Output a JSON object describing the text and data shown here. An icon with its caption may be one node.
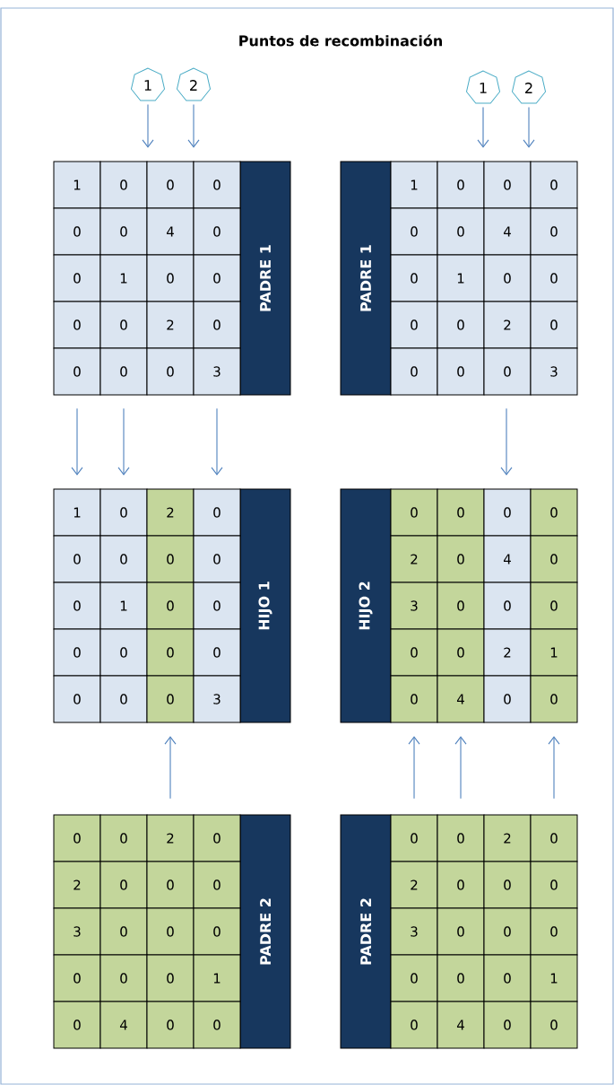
{
  "diagram": {
    "title": "Puntos de recombinación",
    "nodes": [
      {
        "text": [
          "1"
        ]
      },
      {
        "text": [
          "2"
        ]
      },
      {
        "text": [
          "1"
        ]
      },
      {
        "text": [
          "2"
        ]
      },
      {
        "text": [
          "PADRE 1",
          "1",
          "0",
          "0",
          "0",
          "0",
          "0",
          "4",
          "0",
          "0",
          "1",
          "0",
          "0",
          "0",
          "0",
          "2",
          "0",
          "0",
          "0",
          "0",
          "3"
        ]
      },
      {
        "text": [
          "PADRE 1",
          "1",
          "0",
          "0",
          "0",
          "0",
          "0",
          "4",
          "0",
          "0",
          "1",
          "0",
          "0",
          "0",
          "0",
          "2",
          "0",
          "0",
          "0",
          "0",
          "3"
        ]
      },
      {
        "text": [
          "HIJO 1",
          "1",
          "0",
          "2",
          "0",
          "0",
          "0",
          "0",
          "0",
          "0",
          "1",
          "0",
          "0",
          "0",
          "0",
          "0",
          "0",
          "0",
          "0",
          "0",
          "3"
        ]
      },
      {
        "text": [
          "HIJO 2",
          "0",
          "0",
          "0",
          "0",
          "2",
          "0",
          "4",
          "0",
          "3",
          "0",
          "0",
          "0",
          "0",
          "0",
          "2",
          "1",
          "0",
          "4",
          "0",
          "0"
        ]
      },
      {
        "text": [
          "PADRE 2",
          "0",
          "0",
          "2",
          "0",
          "2",
          "0",
          "0",
          "0",
          "3",
          "0",
          "0",
          "0",
          "0",
          "0",
          "0",
          "1",
          "0",
          "4",
          "0",
          "0"
        ]
      },
      {
        "text": [
          "PADRE 2",
          "0",
          "0",
          "2",
          "0",
          "2",
          "0",
          "0",
          "0",
          "3",
          "0",
          "0",
          "0",
          "0",
          "0",
          "0",
          "1",
          "0",
          "4",
          "0",
          "0"
        ]
      }
    ],
    "edges": [
      {
        "from": 0,
        "to": 4,
        "arrow": "to"
      },
      {
        "from": 1,
        "to": 4,
        "arrow": "to"
      },
      {
        "from": 2,
        "to": 5,
        "arrow": "to"
      },
      {
        "from": 3,
        "to": 5,
        "arrow": "to"
      },
      {
        "from": 4,
        "to": 6,
        "arrow": "to"
      },
      {
        "from": 4,
        "to": 6,
        "arrow": "to"
      },
      {
        "from": 4,
        "to": 6,
        "arrow": "to"
      },
      {
        "from": 8,
        "to": 6,
        "arrow": "to"
      },
      {
        "from": 5,
        "to": 7,
        "arrow": "to"
      },
      {
        "from": 9,
        "to": 7,
        "arrow": "to"
      },
      {
        "from": 9,
        "to": 7,
        "arrow": "to"
      },
      {
        "from": 9,
        "to": 7,
        "arrow": "to"
      }
    ]
  }
}
